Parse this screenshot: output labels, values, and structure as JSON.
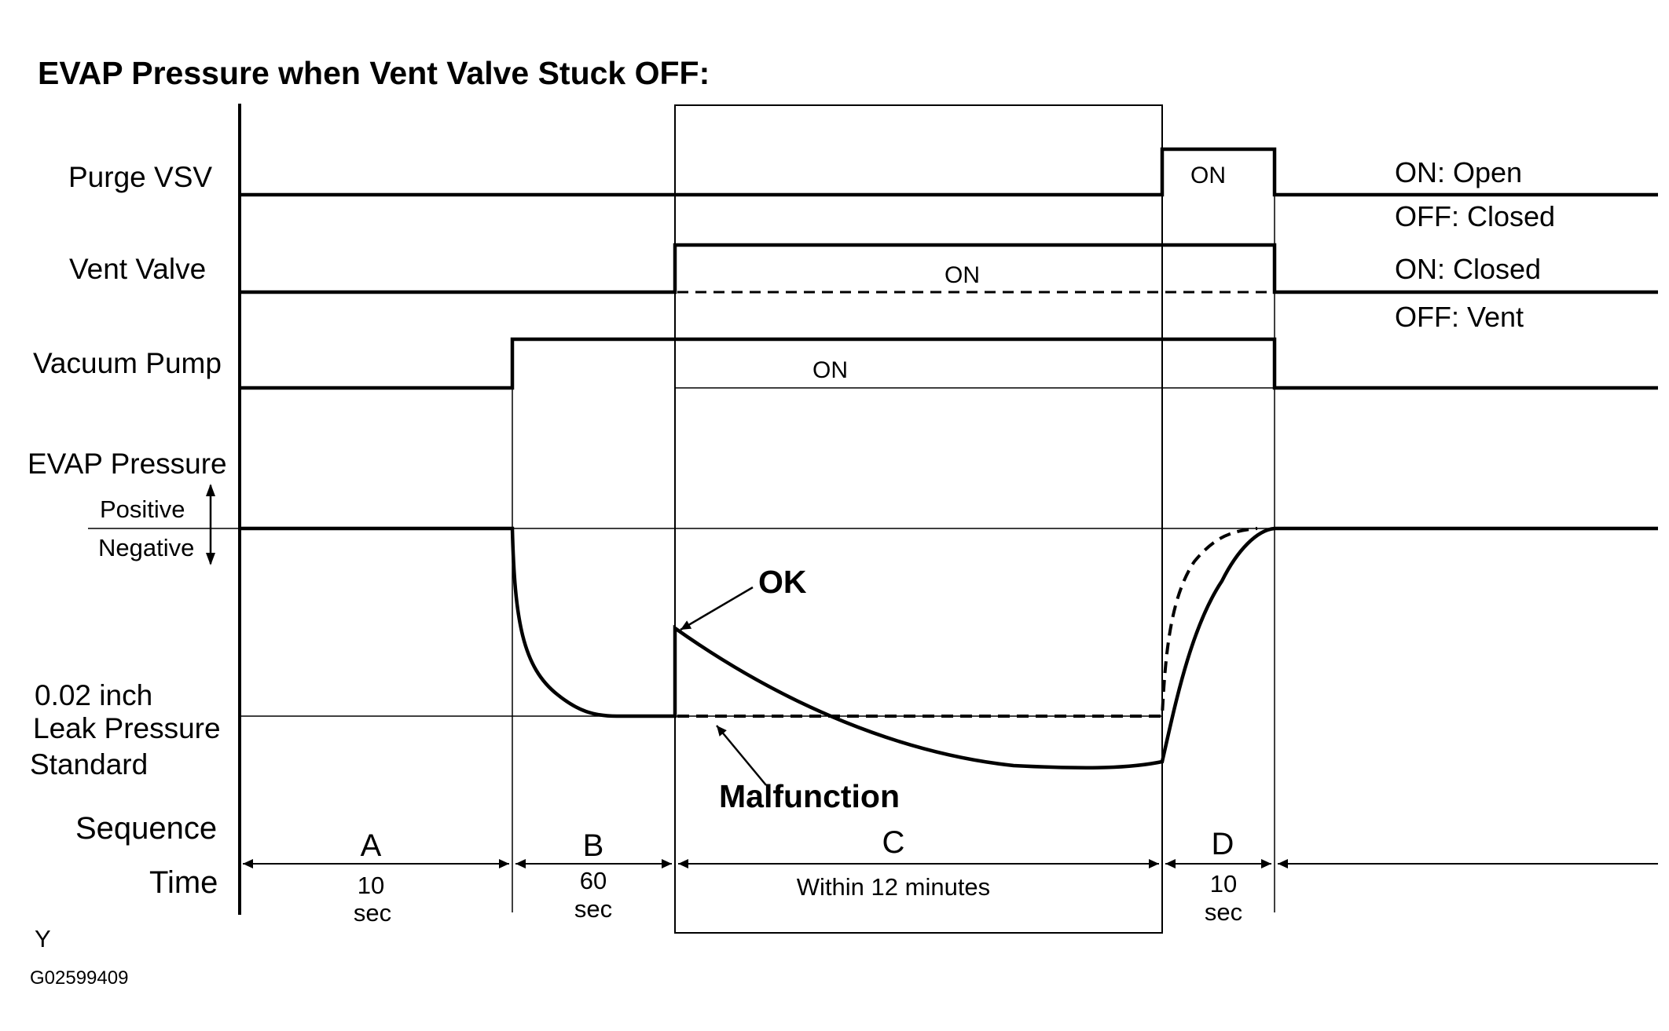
{
  "title": "EVAP Pressure when Vent Valve Stuck OFF:",
  "rows": {
    "purge_vsv": "Purge VSV",
    "vent_valve": "Vent Valve",
    "vacuum_pump": "Vacuum Pump",
    "evap_pressure": "EVAP Pressure",
    "positive": "Positive",
    "negative": "Negative",
    "leak_line1": "0.02 inch",
    "leak_line2": "Leak Pressure",
    "leak_line3": "Standard",
    "sequence": "Sequence",
    "time": "Time"
  },
  "signals": {
    "purge_on": "ON",
    "vent_on": "ON",
    "pump_on": "ON"
  },
  "legend": {
    "purge_on": "ON: Open",
    "purge_off": "OFF: Closed",
    "vent_on": "ON: Closed",
    "vent_off": "OFF: Vent"
  },
  "annotations": {
    "ok": "OK",
    "malfunction": "Malfunction"
  },
  "sequences": [
    {
      "label": "A",
      "time_line1": "10",
      "time_line2": "sec"
    },
    {
      "label": "B",
      "time_line1": "60",
      "time_line2": "sec"
    },
    {
      "label": "C",
      "time_line1": "Within 12 minutes",
      "time_line2": ""
    },
    {
      "label": "D",
      "time_line1": "10",
      "time_line2": "sec"
    }
  ],
  "footer": {
    "mark": "Y",
    "code": "G02599409"
  }
}
